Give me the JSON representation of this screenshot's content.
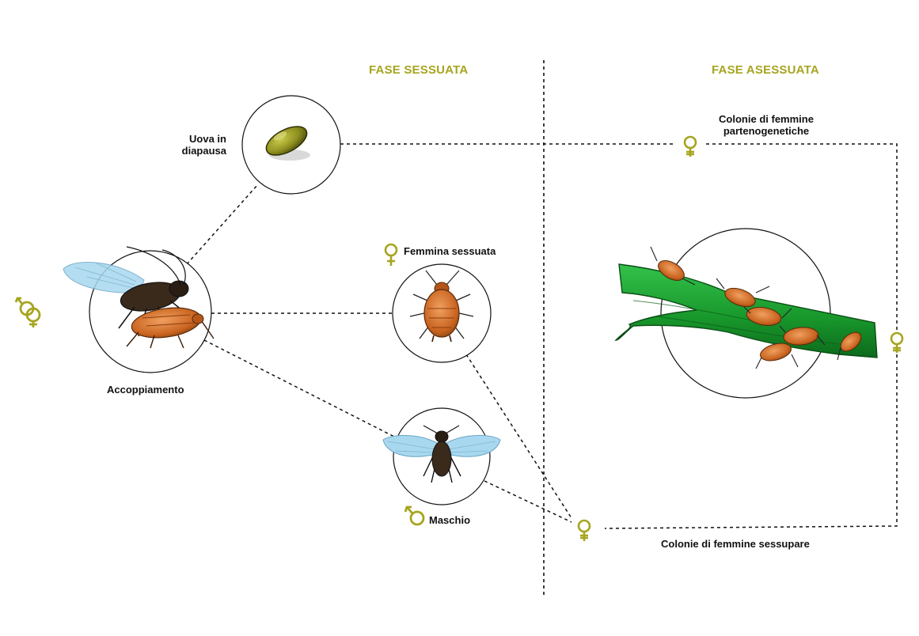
{
  "phases": {
    "sexual": "FASE SESSUATA",
    "asexual": "FASE ASESSUATA"
  },
  "labels": {
    "eggs_line1": "Uova in",
    "eggs_line2": "diapausa",
    "mating": "Accoppiamento",
    "sexual_female": "Femmina sessuata",
    "male": "Maschio",
    "parth_line1": "Colonie di femmine",
    "parth_line2": "partenogenetiche",
    "sexupara": "Colonie di femmine sessupare"
  },
  "colors": {
    "accent": "#a6a51f",
    "plant_green": "#1a9a2a",
    "aphid_orange": "#c8621e",
    "wing_blue": "#a8d8ef",
    "egg_olive": "#8a8a1c",
    "line": "#111111"
  },
  "icons": {
    "mating": "male-female-icon",
    "female": "female-icon",
    "male": "male-icon"
  }
}
